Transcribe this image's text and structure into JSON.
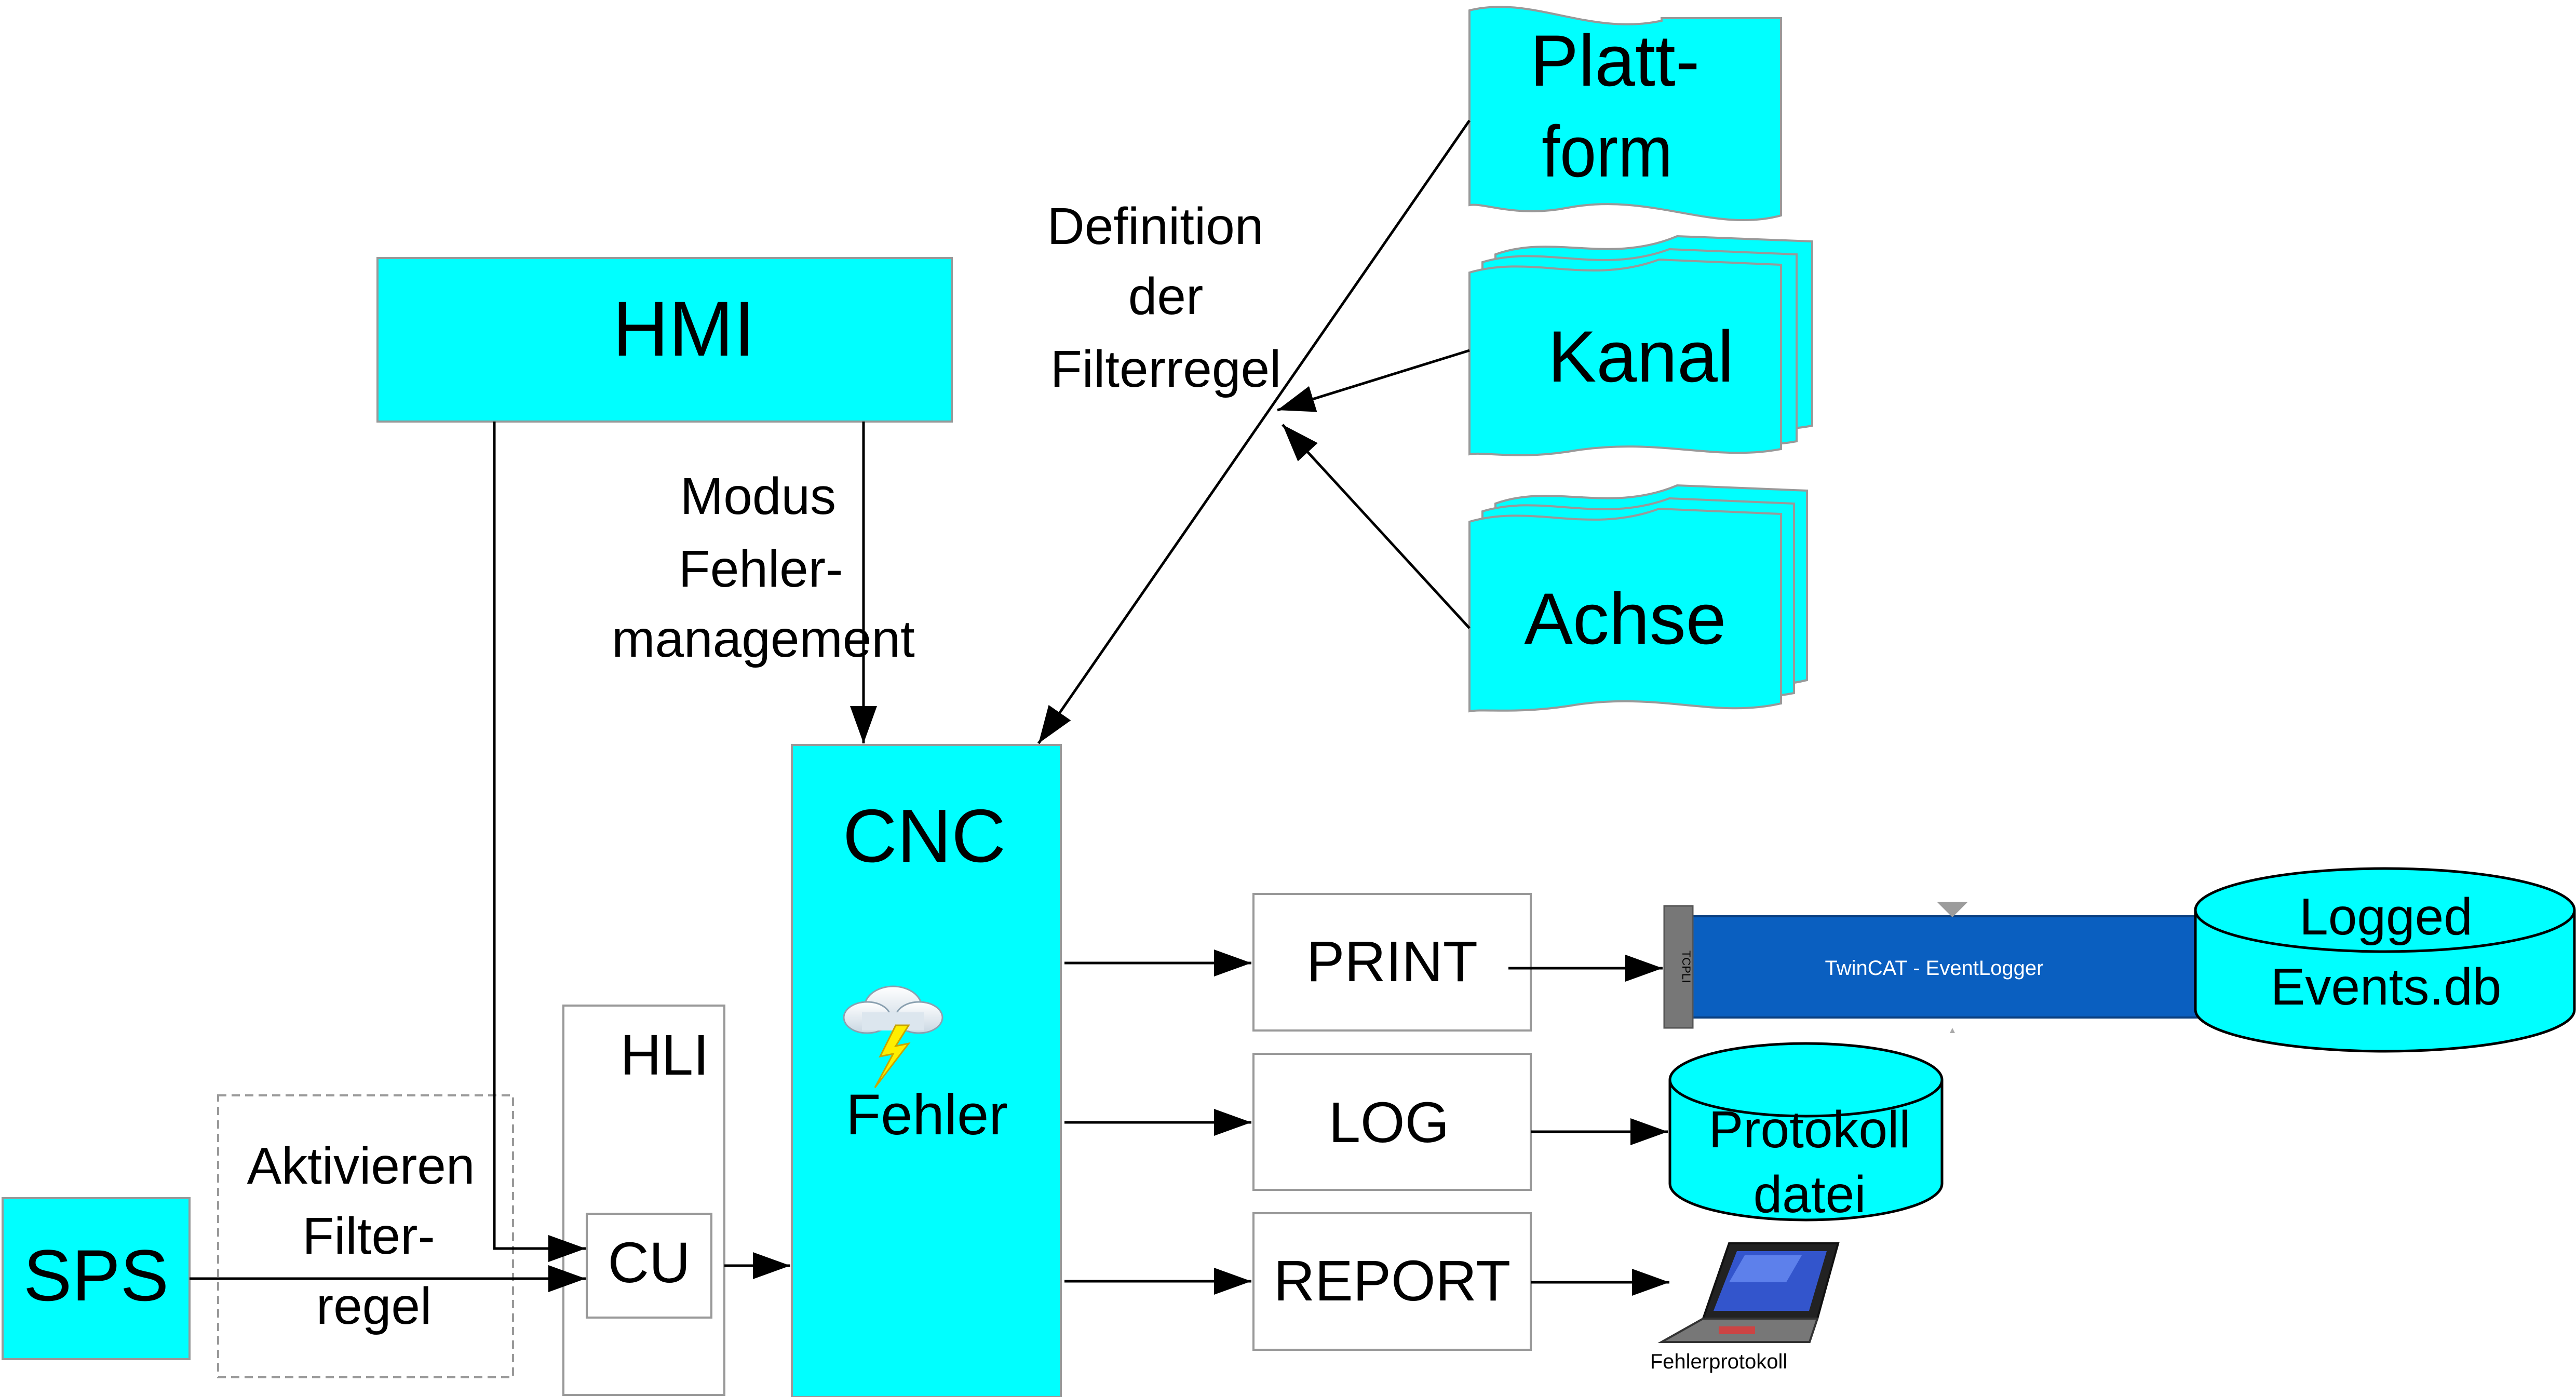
{
  "colors": {
    "cyan": "#00FFFF",
    "line": "#000000",
    "box_border": "#999999",
    "dashed_border": "#999999",
    "logger_blue": "#0A5FC0",
    "logger_cap": "#777777",
    "logger_marker": "#9C9C9C",
    "lightning": "#FFEE00",
    "cloud": "#E8EFF4",
    "laptop_screen": "#3355CC"
  },
  "nodes": {
    "hmi": "HMI",
    "cnc": "CNC",
    "fehler": "Fehler",
    "hli": "HLI",
    "cu": "CU",
    "sps": "SPS",
    "print": "PRINT",
    "log": "LOG",
    "report": "REPORT"
  },
  "documents": {
    "plattform_l1": "Platt-",
    "plattform_l2": "form",
    "kanal": "Kanal",
    "achse": "Achse"
  },
  "labels": {
    "definition_l1": "Definition",
    "definition_l2": "der",
    "definition_l3": "Filterregel",
    "modus_l1": "Modus",
    "modus_l2": "Fehler-",
    "modus_l3": "management",
    "aktivieren_l1": "Aktivieren",
    "aktivieren_l2": "Filter-",
    "aktivieren_l3": "regel"
  },
  "logger": {
    "title": "TwinCAT - EventLogger",
    "cap_text": "TCPLI"
  },
  "databases": {
    "logged_l1": "Logged",
    "logged_l2": "Events.db",
    "protokoll_l1": "Protokoll",
    "protokoll_l2": "datei"
  },
  "laptop": {
    "caption": "Fehlerprotokoll"
  },
  "icons": {
    "fehler_icon": "storm-cloud-lightning-icon",
    "laptop_icon": "laptop-icon"
  }
}
